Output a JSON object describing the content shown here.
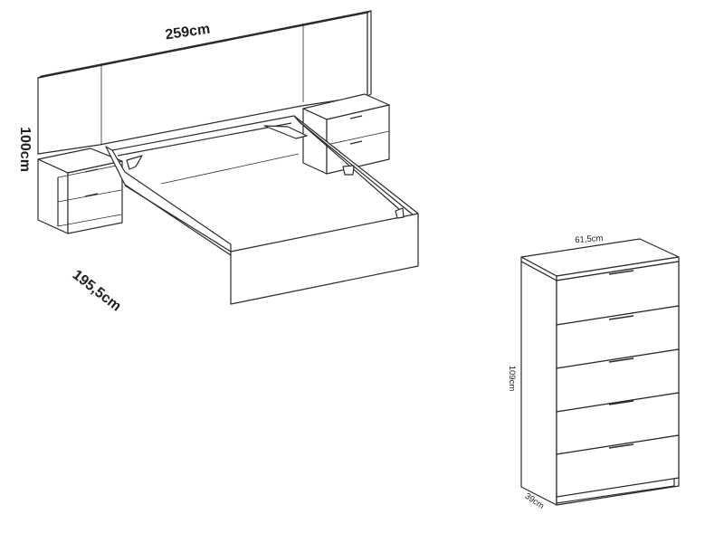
{
  "bed_set": {
    "width_label": "259cm",
    "height_label": "100cm",
    "depth_label": "195,5cm"
  },
  "chest_of_drawers": {
    "width_label": "61,5cm",
    "height_label": "109cm",
    "depth_label": "39cm",
    "drawer_count": 5
  },
  "colors": {
    "line": "#2b2b2b",
    "text": "#222222",
    "background": "#ffffff"
  }
}
